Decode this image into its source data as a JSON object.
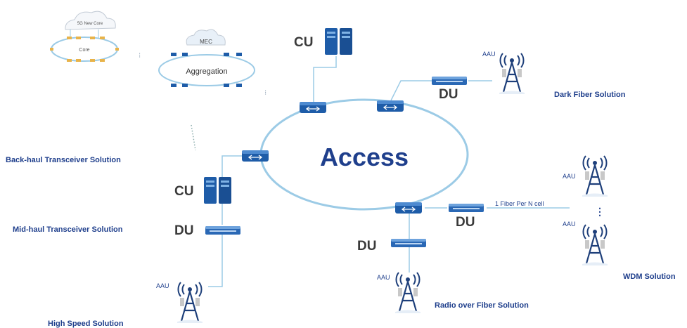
{
  "core": {
    "cloud_label": "5G New Core",
    "ring_label": "Core"
  },
  "aggregation": {
    "cloud_label": "MEC",
    "ring_label": "Aggregation"
  },
  "access": {
    "label": "Access"
  },
  "labels": {
    "cu": "CU",
    "du": "DU",
    "aau": "AAU",
    "fiber_per_n": "1 Fiber Per N cell",
    "ellipsis": "⋮"
  },
  "solutions": {
    "backhaul": "Back-haul Transceiver Solution",
    "midhaul": "Mid-haul Transceiver Solution",
    "high_speed": "High Speed Solution",
    "dark_fiber": "Dark Fiber Solution",
    "wdm": "WDM Solution",
    "radio_over_fiber": "Radio over Fiber Solution"
  },
  "colors": {
    "brand": "#1f3f8c",
    "ring": "#9ccbe6",
    "device": "#1e5ca8",
    "tower": "#1e3f7a"
  }
}
